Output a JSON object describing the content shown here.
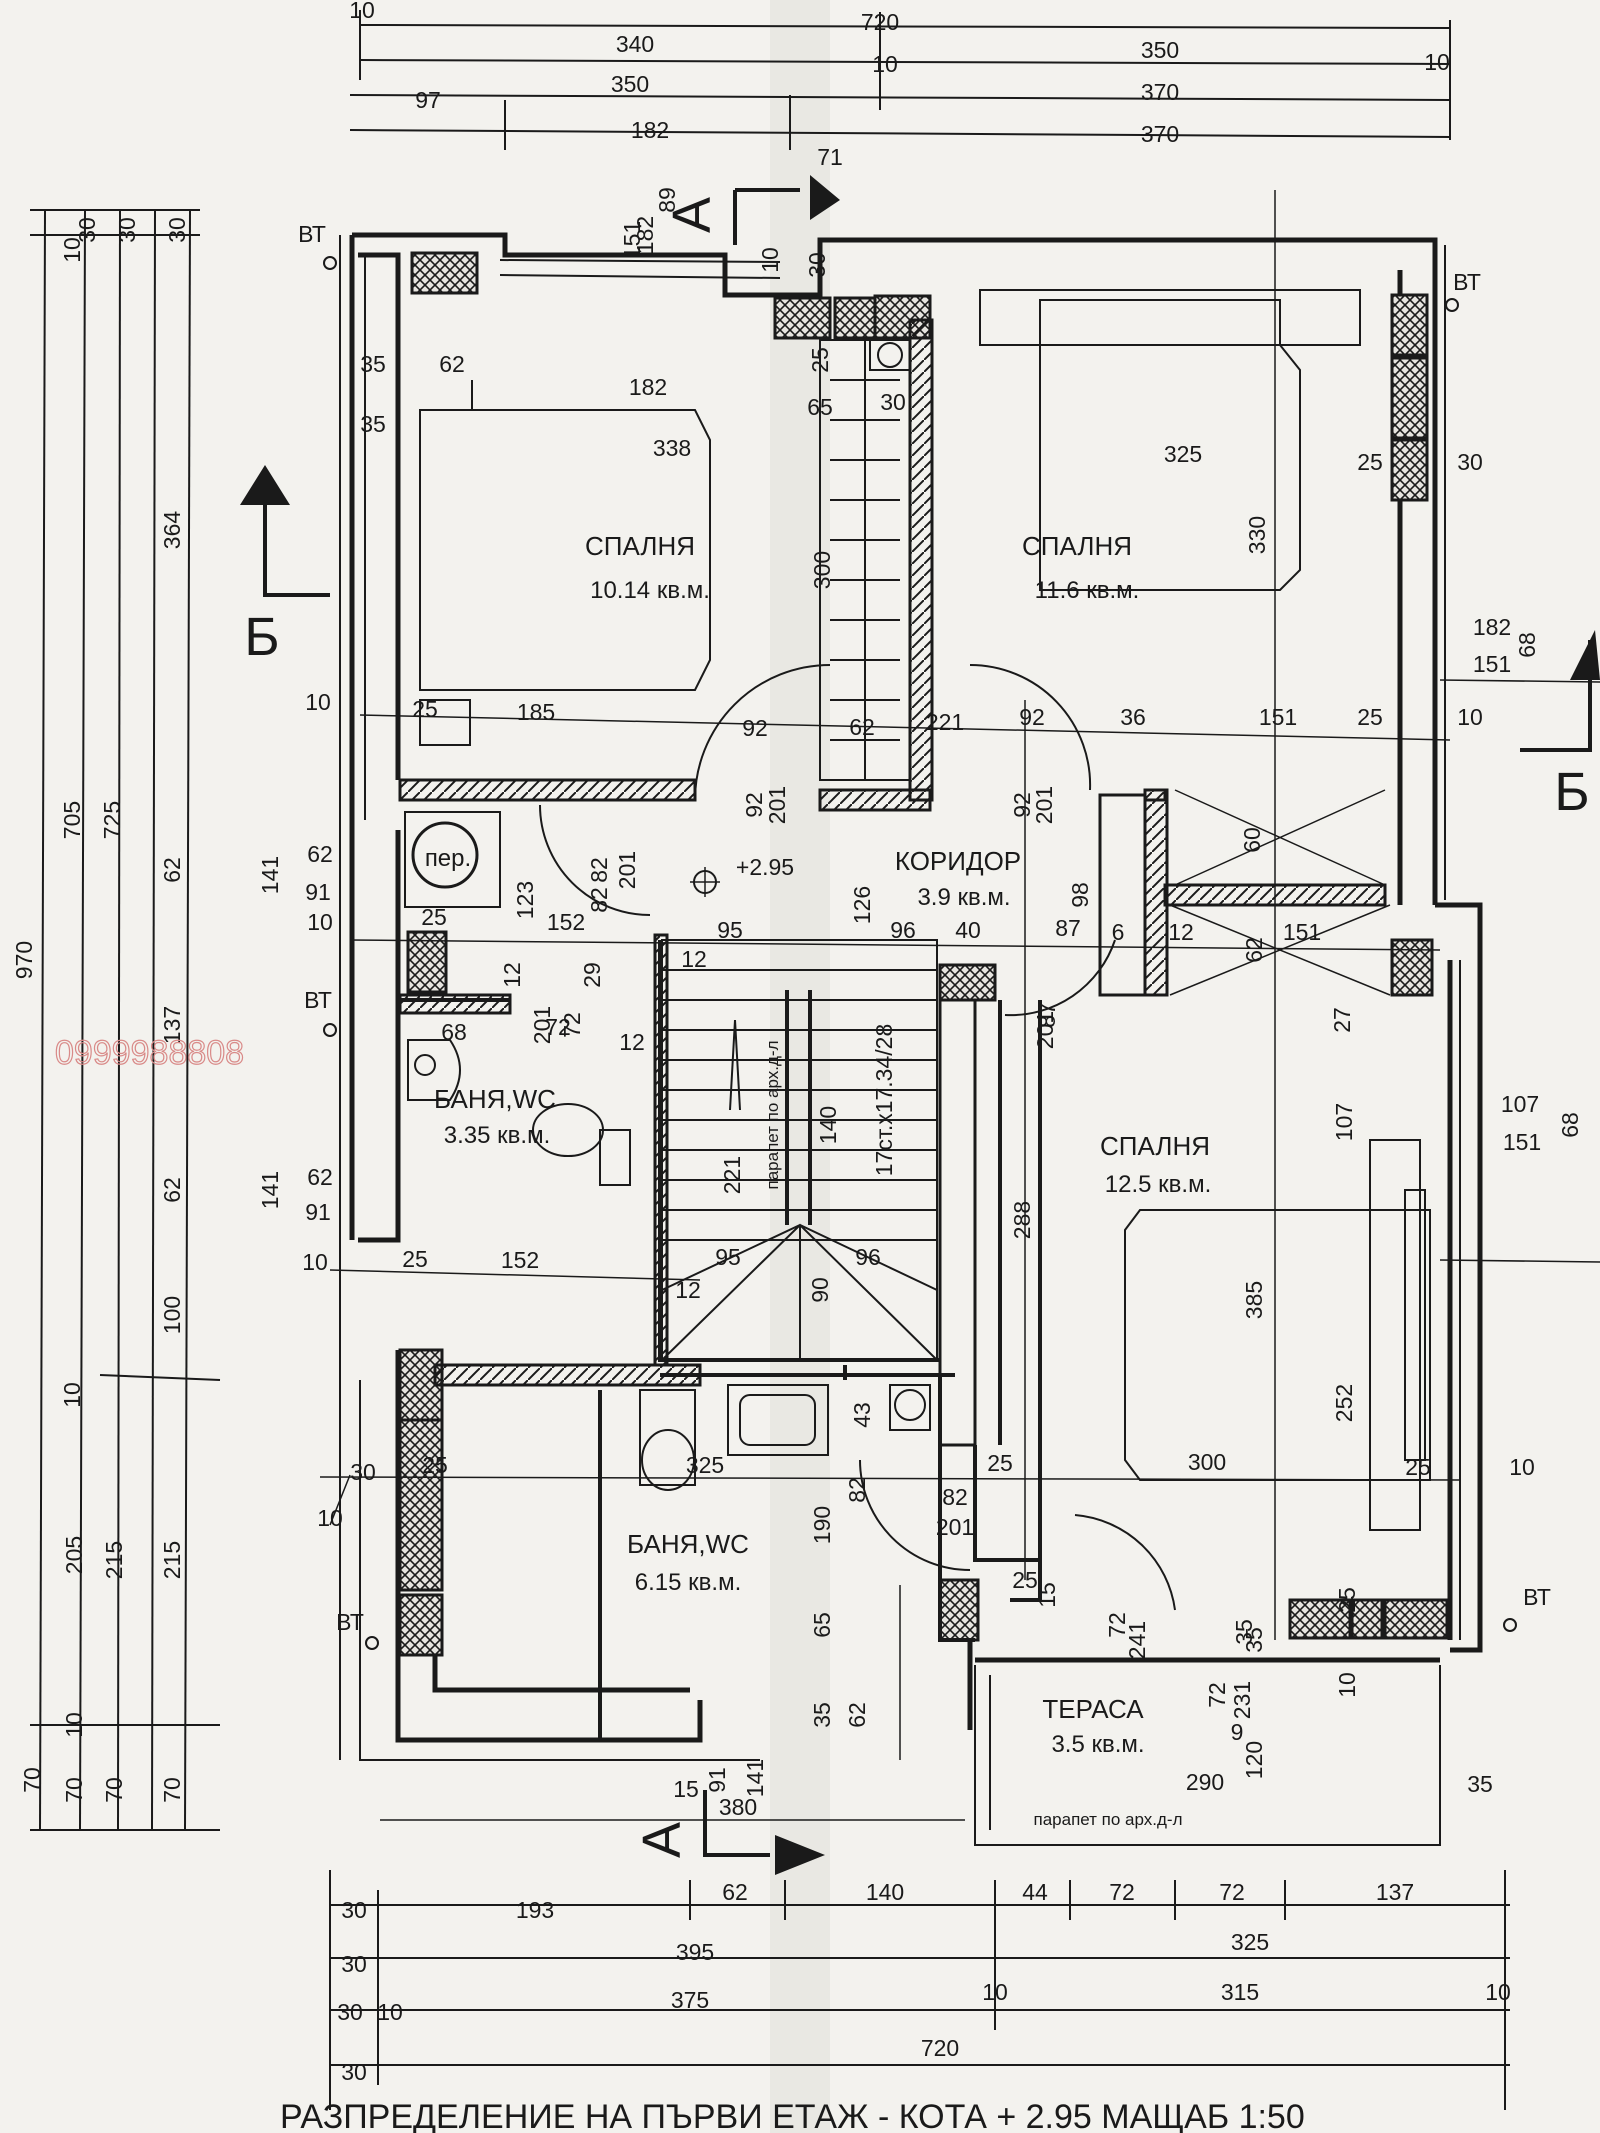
{
  "colors": {
    "paper": "#f3f2ee",
    "ink": "#1a1a1a",
    "watermark": "#d98a88"
  },
  "title": "РАЗПРЕДЕЛЕНИЕ НА ПЪРВИ ЕТАЖ - КОТА + 2.95  МАЩАБ 1:50",
  "watermark": "0999988808",
  "elevation": "+2.95",
  "rooms": {
    "bed1": {
      "name": "СПАЛНЯ",
      "area": "10.14 кв.м."
    },
    "bed2": {
      "name": "СПАЛНЯ",
      "area": "11.6 кв.м."
    },
    "corridor": {
      "name": "КОРИДОР",
      "area": "3.9 кв.м."
    },
    "bath1": {
      "name": "БАНЯ,WC",
      "area": "3.35 кв.м."
    },
    "bed3": {
      "name": "СПАЛНЯ",
      "area": "12.5 кв.м."
    },
    "bath2": {
      "name": "БАНЯ,WC",
      "area": "6.15 кв.м."
    },
    "terrace": {
      "name": "ТЕРАСА",
      "area": "3.5 кв.м."
    }
  },
  "labels": {
    "per": "пер.",
    "vt": "ВТ",
    "stair": "17ст.х17.34/28",
    "parapet_stair": "парапет по арх.д-л",
    "parapet_terrace": "парапет по арх.д-л",
    "sec_a": "А",
    "sec_b": "Б"
  },
  "dims": {
    "top": [
      "720",
      "340",
      "350",
      "10",
      "350",
      "370",
      "97",
      "182",
      "370",
      "10",
      "10"
    ],
    "bottom": [
      "30",
      "193",
      "62",
      "140",
      "44",
      "72",
      "72",
      "137",
      "30",
      "395",
      "325",
      "30",
      "375",
      "10",
      "315",
      "10",
      "30",
      "720",
      "10"
    ],
    "left": [
      "970",
      "705",
      "725",
      "364",
      "137",
      "62",
      "62",
      "100",
      "205",
      "215",
      "215",
      "70",
      "70",
      "70",
      "70",
      "10",
      "30",
      "30",
      "30",
      "10",
      "10"
    ],
    "inner": [
      "89",
      "182",
      "151",
      "71",
      "30",
      "10",
      "25",
      "35",
      "62",
      "182",
      "35",
      "338",
      "65",
      "30",
      "325",
      "25",
      "30",
      "330",
      "300",
      "182",
      "68",
      "151",
      "10",
      "25",
      "185",
      "92",
      "62",
      "221",
      "92",
      "36",
      "151",
      "25",
      "10",
      "92",
      "201",
      "92",
      "201",
      "62",
      "141",
      "91",
      "10",
      "82",
      "201",
      "123",
      "152",
      "82",
      "126",
      "96",
      "40",
      "87",
      "6",
      "12",
      "151",
      "60",
      "62",
      "98",
      "25",
      "95",
      "12",
      "29",
      "12",
      "72",
      "201",
      "72",
      "12",
      "68",
      "140",
      "221",
      "87",
      "201",
      "107",
      "27",
      "107",
      "151",
      "68",
      "62",
      "141",
      "91",
      "288",
      "385",
      "252",
      "10",
      "25",
      "152",
      "95",
      "96",
      "90",
      "12",
      "43",
      "25",
      "300",
      "25",
      "10",
      "30",
      "25",
      "10",
      "325",
      "82",
      "201",
      "82",
      "190",
      "65",
      "25",
      "15",
      "72",
      "241",
      "35",
      "25",
      "10",
      "72",
      "231",
      "9",
      "120",
      "290",
      "35",
      "35",
      "35",
      "62",
      "91",
      "141",
      "380",
      "15"
    ]
  }
}
